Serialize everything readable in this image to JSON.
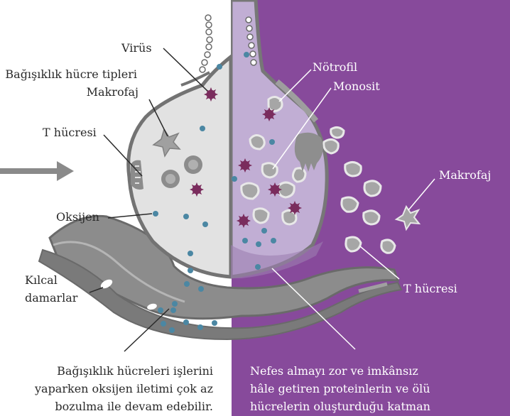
{
  "colors": {
    "left_bg": "#ffffff",
    "right_bg": "#874a9b",
    "alveolus_left": "#e2e2e2",
    "alveolus_right": "#c1aed4",
    "wall": "#737373",
    "oxygen": "#4b87a3",
    "virus": "#7a2c5d",
    "cell": "#a0a0a0",
    "text_dark": "#2a2a2a",
    "text_light": "#ffffff"
  },
  "labels": {
    "virus": "Virüs",
    "immune_title": "Bağışıklık hücre tipleri",
    "macrophage_left": "Makrofaj",
    "t_cell_left": "T hücresi",
    "oxygen": "Oksijen",
    "capillaries_1": "Kılcal",
    "capillaries_2": "damarlar",
    "neutrophil": "Nötrofil",
    "monocyte": "Monosit",
    "macrophage_right": "Makrofaj",
    "t_cell_right": "T hücresi"
  },
  "captions": {
    "left": [
      "Bağışıklık hücreleri işlerini",
      "yaparken oksijen iletimi çok az",
      "bozulma ile devam edebilir."
    ],
    "right": [
      "Nefes almayı zor ve imkânsız",
      "hâle getiren proteinlerin ve ölü",
      "hücrelerin oluşturduğu katman"
    ]
  }
}
